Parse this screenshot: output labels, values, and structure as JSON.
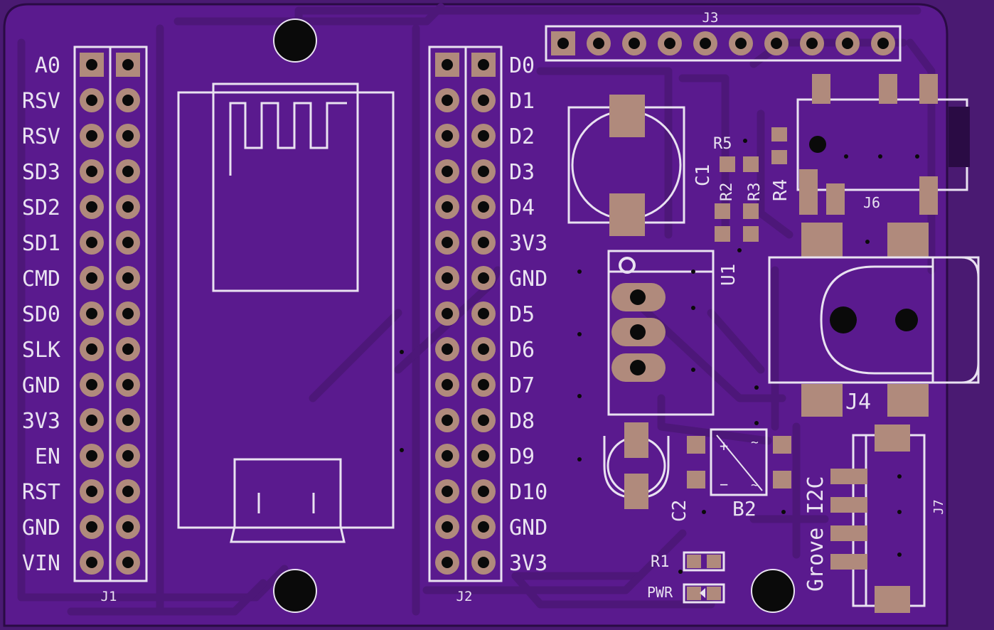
{
  "colors": {
    "background": "#4a1a72",
    "board": "#5a1a8e",
    "trace": "#4d1779",
    "silkscreen": "#e9e2f1",
    "pad": "#b08a7c",
    "hole": "#0a0a0a"
  },
  "j1": {
    "designator": "J1",
    "pins": [
      "A0",
      "RSV",
      "RSV",
      "SD3",
      "SD2",
      "SD1",
      "CMD",
      "SD0",
      "SLK",
      "GND",
      "3V3",
      "EN",
      "RST",
      "GND",
      "VIN"
    ]
  },
  "j2": {
    "designator": "J2",
    "pins": [
      "D0",
      "D1",
      "D2",
      "D3",
      "D4",
      "3V3",
      "GND",
      "D5",
      "D6",
      "D7",
      "D8",
      "D9",
      "D10",
      "GND",
      "3V3"
    ]
  },
  "j3": {
    "designator": "J3",
    "pin_count": 10
  },
  "components": {
    "c1": "C1",
    "c2": "C2",
    "r1": "R1",
    "r2": "R2",
    "r3": "R3",
    "r4": "R4",
    "r5": "R5",
    "u1": "U1",
    "b2": "B2",
    "j4": "J4",
    "j6": "J6",
    "j7": "J7",
    "pwr": "PWR",
    "grove": "Grove I2C",
    "plus": "+",
    "minus": "−",
    "tilde": "~"
  }
}
